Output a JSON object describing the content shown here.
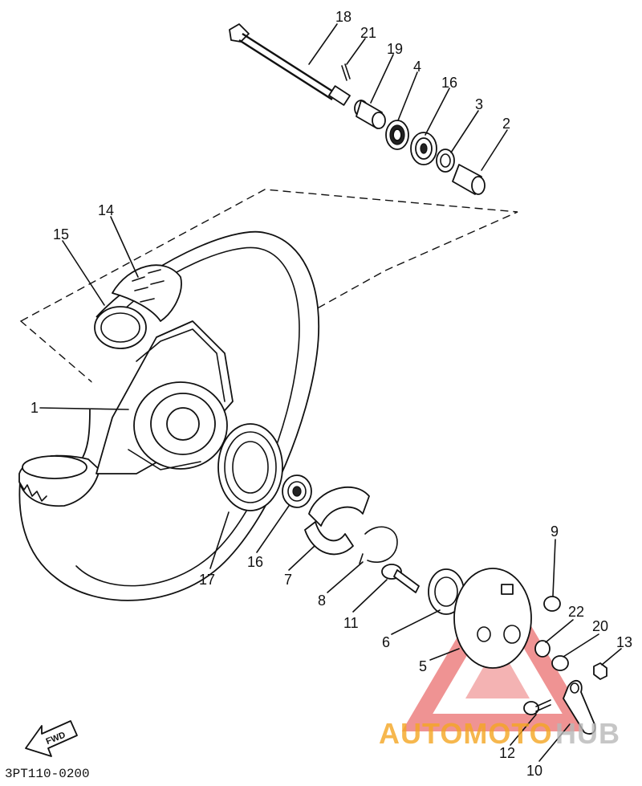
{
  "diagram": {
    "part_labels": [
      {
        "id": "p18",
        "text": "18"
      },
      {
        "id": "p21",
        "text": "21"
      },
      {
        "id": "p19",
        "text": "19"
      },
      {
        "id": "p4",
        "text": "4"
      },
      {
        "id": "p16a",
        "text": "16"
      },
      {
        "id": "p3",
        "text": "3"
      },
      {
        "id": "p2",
        "text": "2"
      },
      {
        "id": "p14",
        "text": "14"
      },
      {
        "id": "p15",
        "text": "15"
      },
      {
        "id": "p1",
        "text": "1"
      },
      {
        "id": "p16b",
        "text": "16"
      },
      {
        "id": "p17",
        "text": "17"
      },
      {
        "id": "p7",
        "text": "7"
      },
      {
        "id": "p8",
        "text": "8"
      },
      {
        "id": "p11",
        "text": "11"
      },
      {
        "id": "p6",
        "text": "6"
      },
      {
        "id": "p5",
        "text": "5"
      },
      {
        "id": "p9",
        "text": "9"
      },
      {
        "id": "p22",
        "text": "22"
      },
      {
        "id": "p20",
        "text": "20"
      },
      {
        "id": "p13",
        "text": "13"
      },
      {
        "id": "p12",
        "text": "12"
      },
      {
        "id": "p10",
        "text": "10"
      }
    ],
    "fwd_arrow_text": "FWD",
    "diagram_code": "3PT110-0200"
  },
  "watermark": {
    "text_part1": "AUTOMOTO",
    "text_part2": "HUB",
    "color_primary": "#f5a623",
    "color_secondary": "#b8b8b8",
    "logo_color": "#e23b3b"
  }
}
